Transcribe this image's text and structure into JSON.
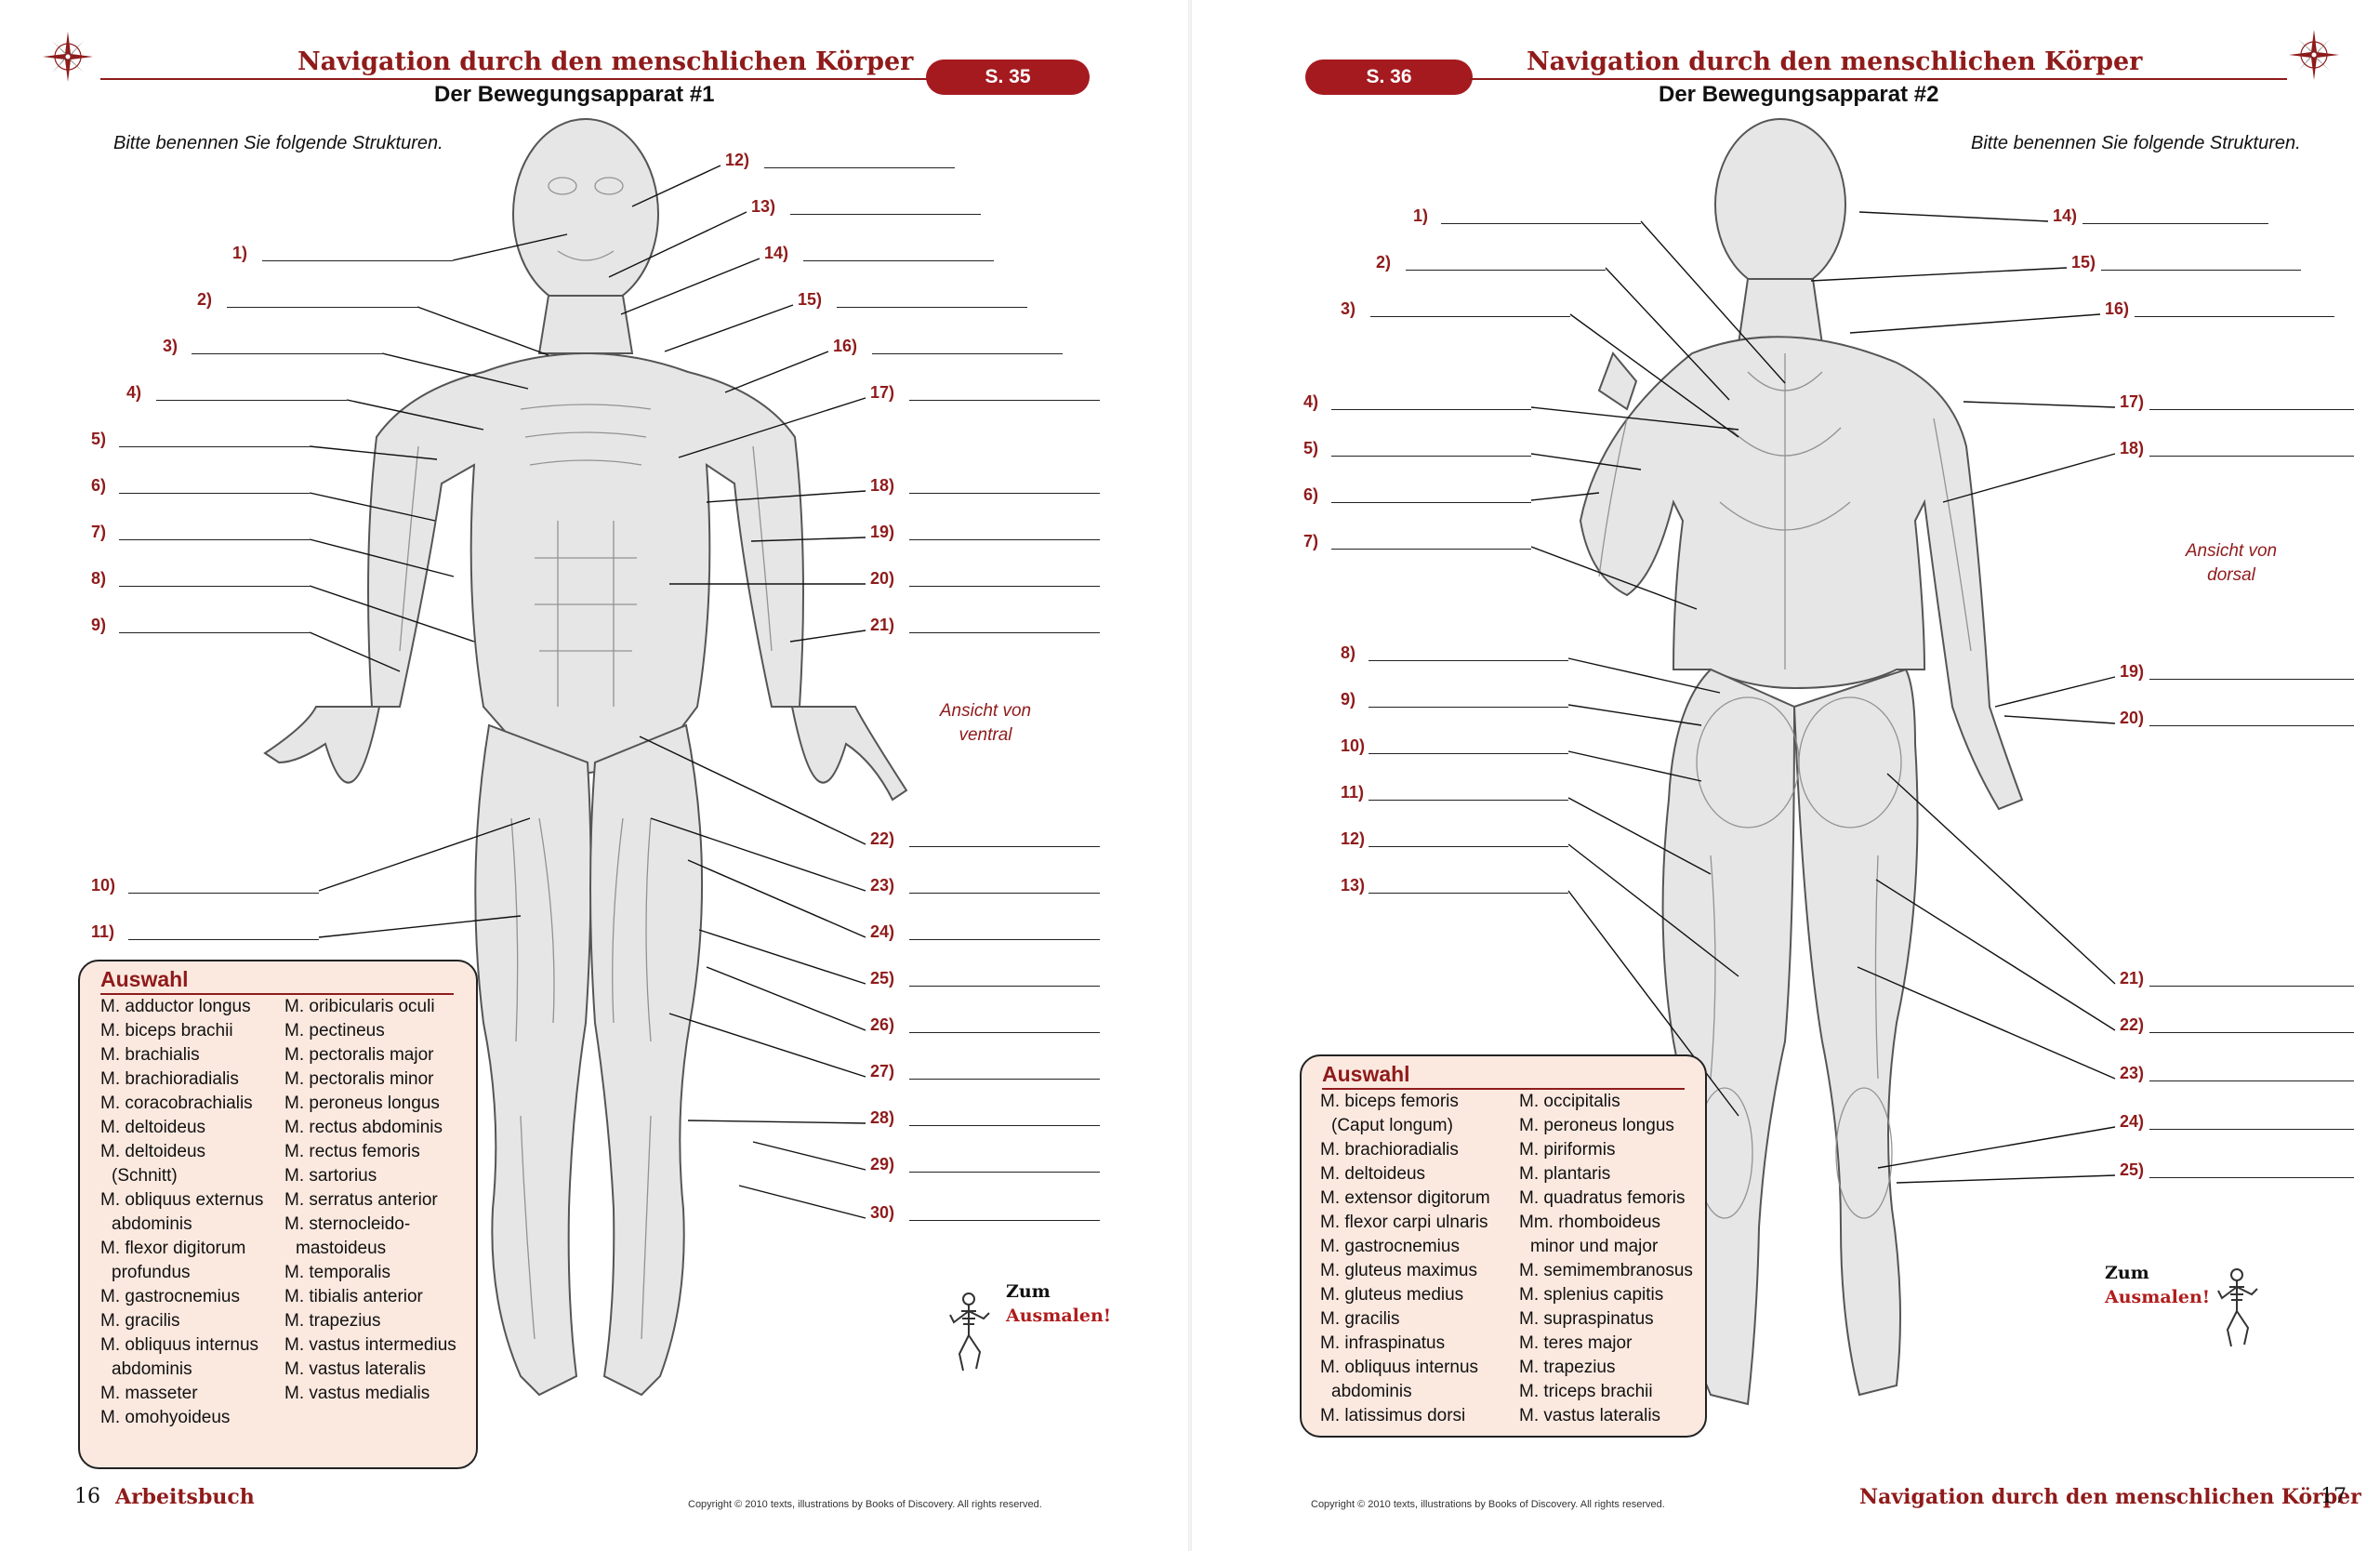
{
  "left": {
    "title": "Navigation durch den menschlichen Körper",
    "subtitle": "Der Bewegungsapparat #1",
    "page_badge": "S. 35",
    "instruction": "Bitte benennen Sie folgende Strukturen.",
    "view_note_line1": "Ansicht von",
    "view_note_line2": "ventral",
    "labels": [
      "1)",
      "2)",
      "3)",
      "4)",
      "5)",
      "6)",
      "7)",
      "8)",
      "9)",
      "10)",
      "11)",
      "12)",
      "13)",
      "14)",
      "15)",
      "16)",
      "17)",
      "18)",
      "19)",
      "20)",
      "21)",
      "22)",
      "23)",
      "24)",
      "25)",
      "26)",
      "27)",
      "28)",
      "29)",
      "30)"
    ],
    "auswahl_title": "Auswahl",
    "auswahl_col1": [
      "M. adductor longus",
      "M. biceps brachii",
      "M. brachialis",
      "M. brachioradialis",
      "M. coracobrachialis",
      "M. deltoideus",
      "M. deltoideus",
      "(Schnitt)",
      "M. obliquus externus",
      "abdominis",
      "M. flexor digitorum",
      "profundus",
      "M. gastrocnemius",
      "M. gracilis",
      "M. obliquus internus",
      "abdominis",
      "M. masseter",
      "M. omohyoideus"
    ],
    "auswahl_col2": [
      "M. oribicularis oculi",
      "M. pectineus",
      "M. pectoralis major",
      "M. pectoralis minor",
      "M. peroneus longus",
      "M. rectus abdominis",
      "M. rectus femoris",
      "M. sartorius",
      "M. serratus anterior",
      "M. sternocleido-",
      "mastoideus",
      "M. temporalis",
      "M. tibialis anterior",
      "M. trapezius",
      "M. vastus intermedius",
      "M. vastus lateralis",
      "M. vastus medialis"
    ],
    "zum": "Zum",
    "ausmalen": "Ausmalen!",
    "footer_page_number": "16",
    "footer_title": "Arbeitsbuch",
    "copyright": "Copyright © 2010 texts, illustrations by Books of Discovery.   All rights reserved."
  },
  "right": {
    "title": "Navigation durch den menschlichen Körper",
    "subtitle": "Der Bewegungsapparat #2",
    "page_badge": "S. 36",
    "instruction": "Bitte benennen Sie folgende Strukturen.",
    "view_note_line1": "Ansicht von",
    "view_note_line2": "dorsal",
    "labels": [
      "1)",
      "2)",
      "3)",
      "4)",
      "5)",
      "6)",
      "7)",
      "8)",
      "9)",
      "10)",
      "11)",
      "12)",
      "13)",
      "14)",
      "15)",
      "16)",
      "17)",
      "18)",
      "19)",
      "20)",
      "21)",
      "22)",
      "23)",
      "24)",
      "25)"
    ],
    "auswahl_title": "Auswahl",
    "auswahl_col1": [
      "M. biceps femoris",
      "(Caput longum)",
      "M. brachioradialis",
      "M. deltoideus",
      "M. extensor digitorum",
      "M. flexor carpi ulnaris",
      "M. gastrocnemius",
      "M. gluteus maximus",
      "M. gluteus medius",
      "M. gracilis",
      "M. infraspinatus",
      "M. obliquus internus",
      "abdominis",
      "M. latissimus dorsi"
    ],
    "auswahl_col2": [
      "M. occipitalis",
      "M. peroneus longus",
      "M. piriformis",
      "M. plantaris",
      "M. quadratus femoris",
      "Mm. rhomboideus",
      "minor und major",
      "M. semimembranosus",
      "M. splenius capitis",
      "M. supraspinatus",
      "M. teres major",
      "M. trapezius",
      "M. triceps brachii",
      "M. vastus lateralis"
    ],
    "zum": "Zum",
    "ausmalen": "Ausmalen!",
    "footer_page_number": "17",
    "footer_title": "Navigation durch den menschlichen Körper",
    "copyright": "Copyright © 2010 texts, illustrations by Books of Discovery.   All rights reserved."
  },
  "icons": [
    "compass-rose-icon",
    "skeleton-icon"
  ],
  "colors": {
    "accent": "#8f1b1b",
    "badge": "#a51a1f",
    "box_fill": "#fbe9e0"
  }
}
